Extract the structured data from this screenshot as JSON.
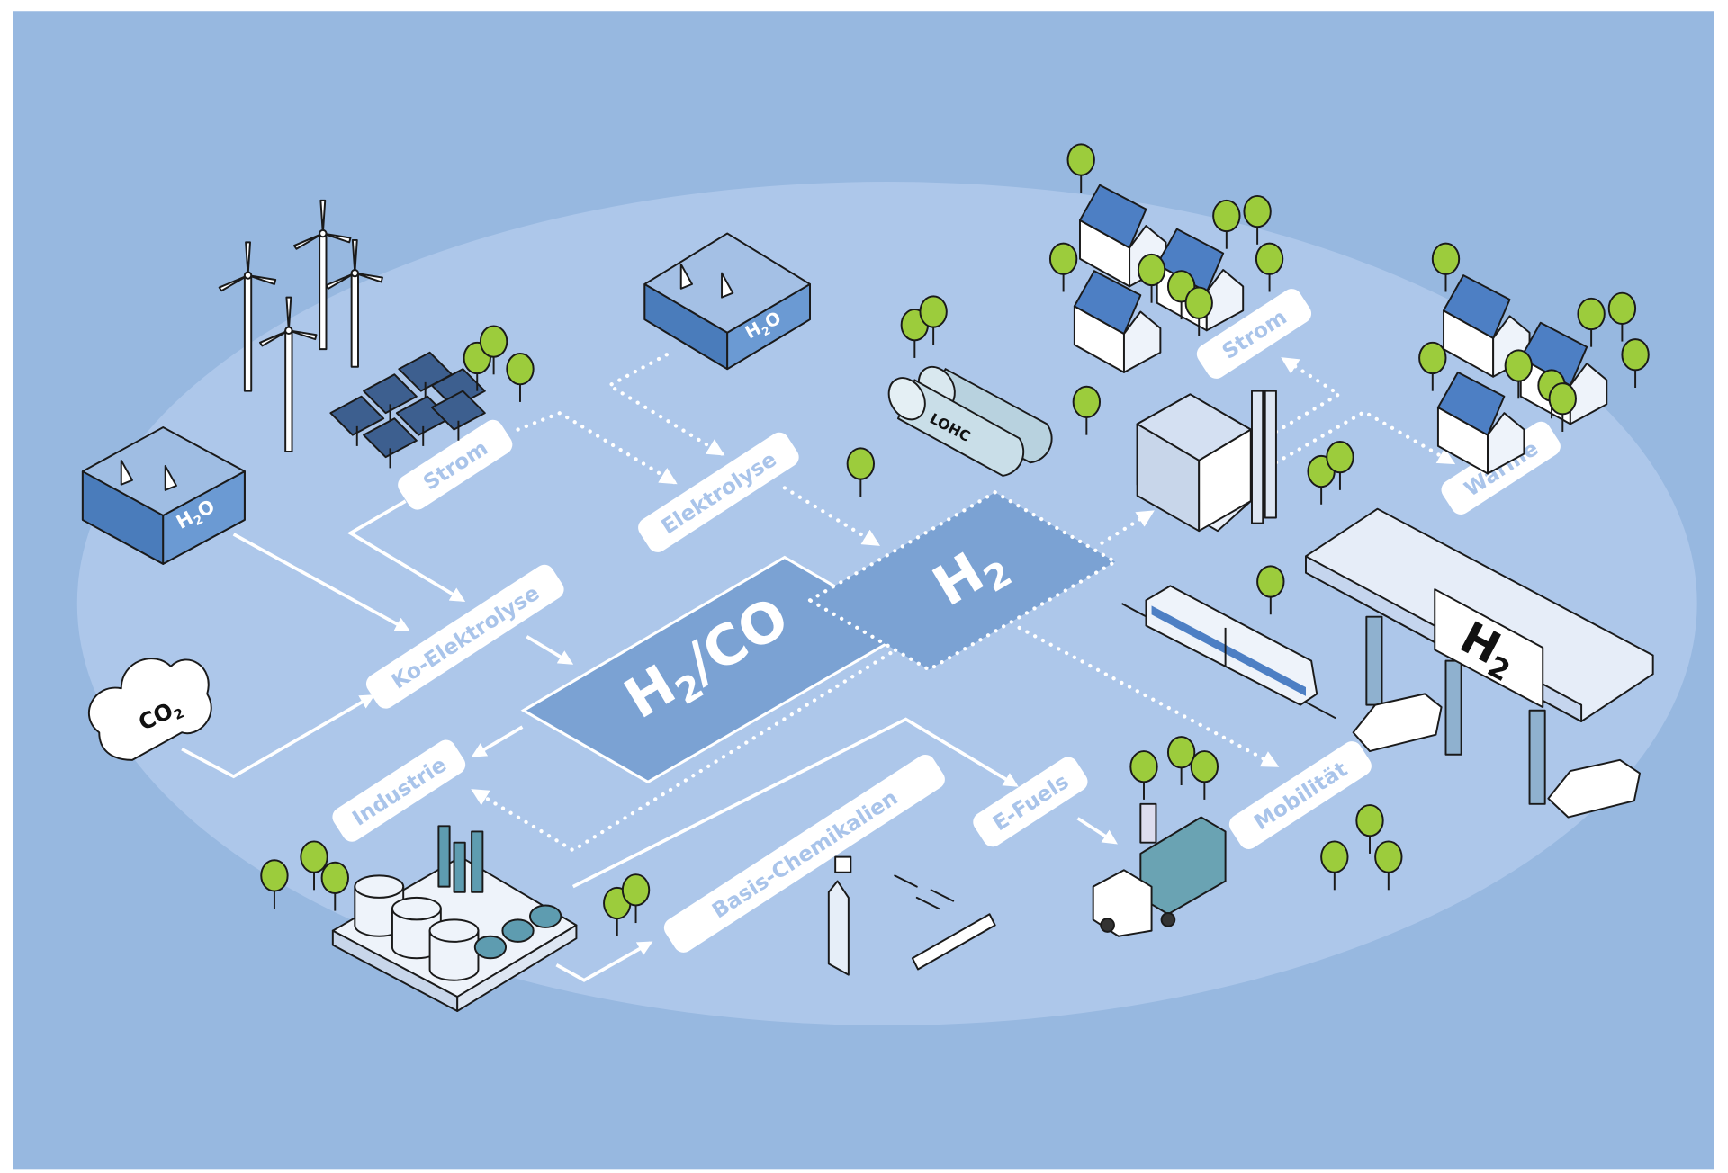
{
  "colors": {
    "background": "#97b8e0",
    "ellipse": "#adc7ea",
    "hub": "#7ba2d3",
    "label_text": "#a9c4ea",
    "tree": "#9ccc3c",
    "house": "#4d7fc4"
  },
  "hubs": {
    "syngas_main": "H",
    "syngas_sub": "2",
    "syngas_rest": "/CO",
    "hydrogen_main": "H",
    "hydrogen_sub": "2"
  },
  "labels": {
    "strom_left": "Strom",
    "elektrolyse": "Elektrolyse",
    "ko_elektrolyse": "Ko-Elektrolyse",
    "industrie": "Industrie",
    "basis_chemikalien": "Basis-Chemikalien",
    "e_fuels": "E-Fuels",
    "mobilitaet": "Mobilität",
    "strom_right": "Strom",
    "waerme": "Wärme"
  },
  "icons": {
    "water_left": {
      "name": "water-tank-icon",
      "text": "H",
      "sub": "2",
      "rest": "O"
    },
    "water_top": {
      "name": "water-tank-icon",
      "text": "H",
      "sub": "2",
      "rest": "O"
    },
    "co2": {
      "name": "co2-cloud-icon",
      "text": "CO",
      "sub": "2"
    },
    "lohc": {
      "name": "lohc-tanks-icon",
      "text": "LOHC"
    },
    "station_sign": {
      "name": "h2-station-sign",
      "text": "H",
      "sub": "2"
    }
  }
}
